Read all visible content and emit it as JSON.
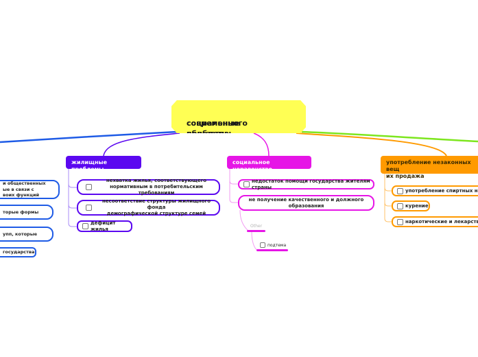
{
  "central": {
    "label_line1": "социальные проблемы",
    "label_line2": "современного общества",
    "color": "#ffff54"
  },
  "branches": [
    {
      "id": "left",
      "color": "#1e5be6",
      "children": [
        {
          "line1": "и общественных",
          "line2": "ые в связи с",
          "line3": "воих функций"
        },
        {
          "line1": "торые формы"
        },
        {
          "line1": "упп, которые"
        },
        {
          "line1": "государства"
        }
      ]
    },
    {
      "id": "housing",
      "label": "жилищные проблемы",
      "color": "#5b08f0",
      "children": [
        {
          "line1": "нехватка жилья, соответствующего",
          "line2": "нормативным в потребительским требованиям",
          "checkbox": true
        },
        {
          "line1": "несоответствие структуры жилищного фонда",
          "line2": "демографической структуре семей",
          "checkbox": true
        },
        {
          "line1": "дефицит жилья",
          "checkbox": true
        }
      ]
    },
    {
      "id": "inequality",
      "label": "социальное неравенство",
      "color": "#e615e6",
      "children": [
        {
          "line1": "недостаток помощи государства жителям страны",
          "checkbox": true
        },
        {
          "line1": "не получение качественного и должного",
          "line2": "образования",
          "checkbox": false
        }
      ],
      "floating": {
        "label": "Other",
        "subtopic": "подтема"
      }
    },
    {
      "id": "drugs",
      "label_line1": "употребление незаконных вещ",
      "label_line2": "их продажа",
      "color": "#ff9a00",
      "children": [
        {
          "line1": "употребление спиртных напит",
          "checkbox": true
        },
        {
          "line1": "курение",
          "checkbox": true
        },
        {
          "line1": "наркотические и лекарственны",
          "checkbox": true
        }
      ]
    },
    {
      "id": "right",
      "color": "#7de61e"
    }
  ]
}
